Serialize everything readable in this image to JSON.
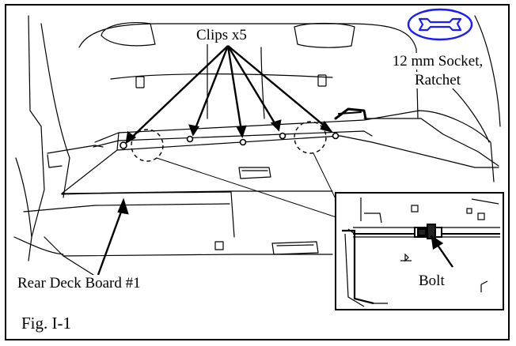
{
  "figure": {
    "caption": "Fig. I-1",
    "labels": {
      "clips": "Clips x5",
      "tool_line1": "12 mm Socket,",
      "tool_line2": "Ratchet",
      "deck_board": "Rear Deck Board #1",
      "bolt": "Bolt"
    },
    "icons": {
      "tool": "wrench-icon"
    }
  }
}
